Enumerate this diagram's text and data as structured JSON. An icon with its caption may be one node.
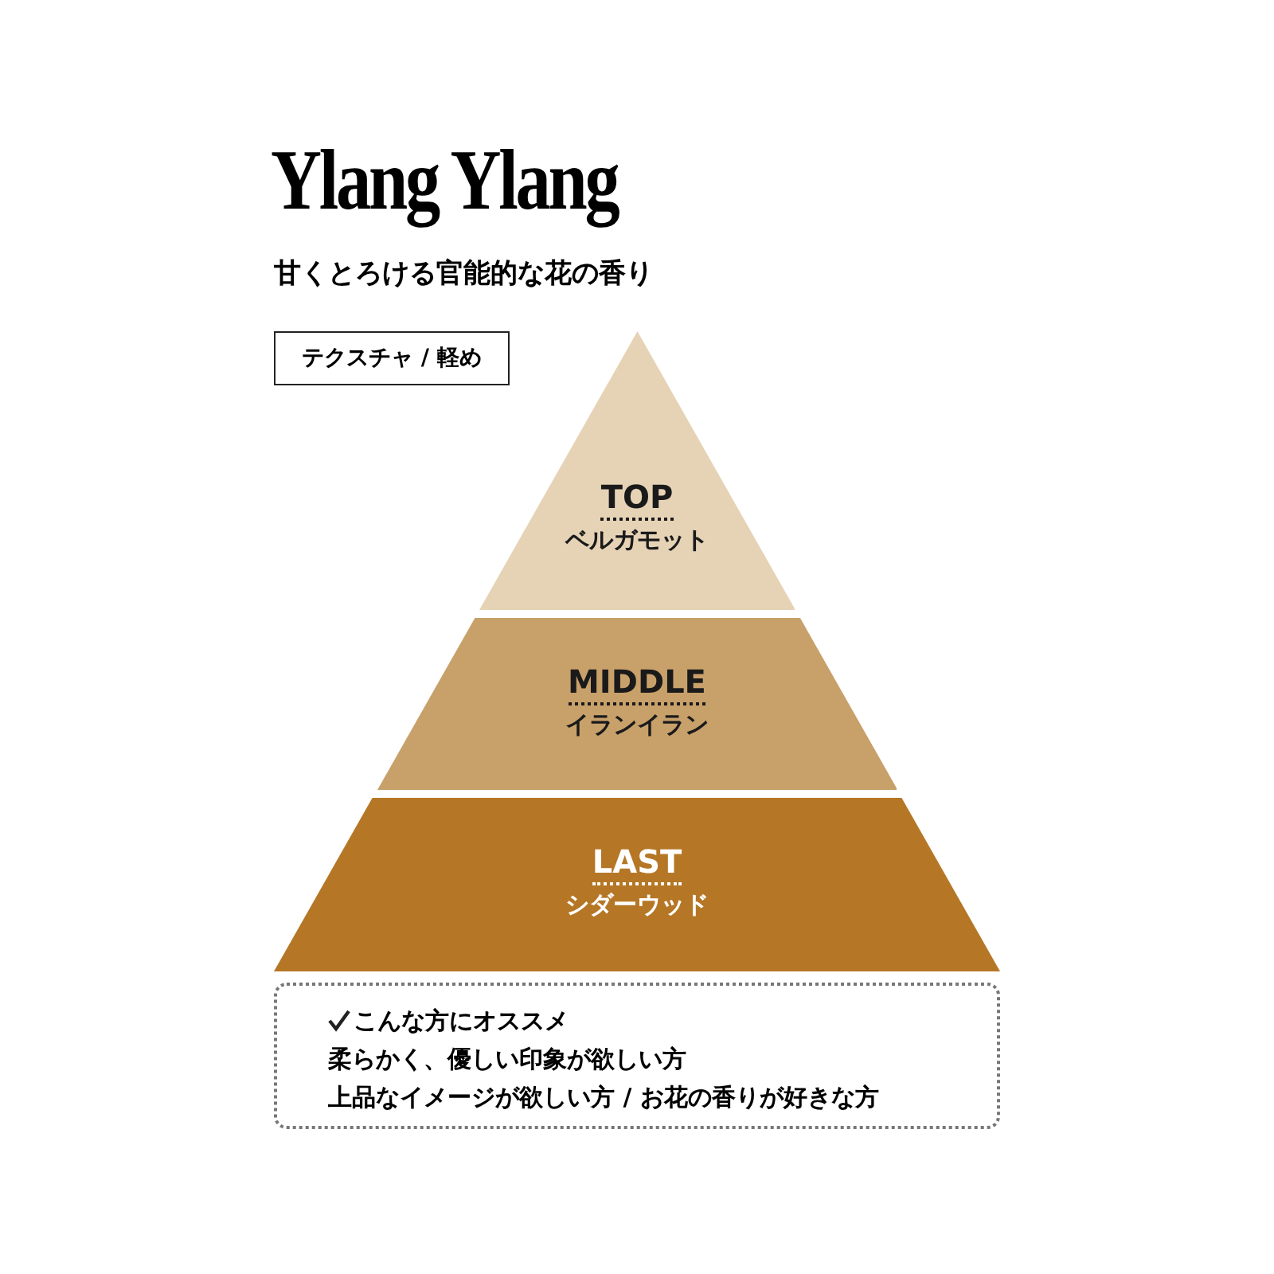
{
  "diagram": {
    "title": "Ylang Ylang",
    "nodes": [
      {
        "text": [
          "テクスチャ / 軽め"
        ]
      },
      {
        "text": [
          "TOP",
          "ベルガモット"
        ]
      },
      {
        "text": [
          "MIDDLE",
          "イランイラン"
        ]
      },
      {
        "text": [
          "LAST",
          "シダーウッド"
        ]
      },
      {
        "text": [
          "こんな方にオススメ",
          "柔らかく、優しい印象が欲しい方",
          "上品なイメージが欲しい方 / お花の香りが好きな方"
        ]
      }
    ],
    "edges": [],
    "labels": [
      "甘くとろける官能的な花の香り"
    ]
  }
}
